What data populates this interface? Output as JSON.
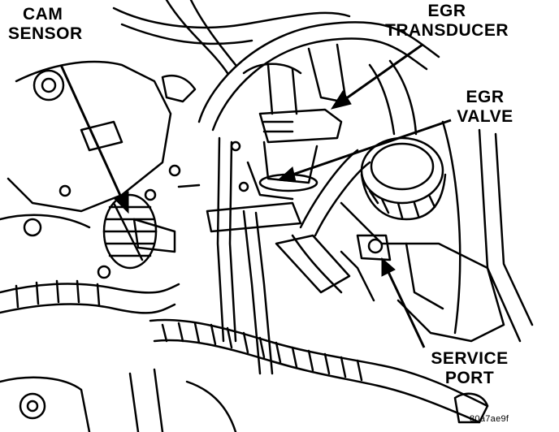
{
  "figure": {
    "labels": {
      "cam_sensor": [
        "CAM",
        "SENSOR"
      ],
      "egr_transducer": [
        "EGR",
        "TRANSDUCER"
      ],
      "egr_valve": [
        "EGR",
        "VALVE"
      ],
      "service_port": [
        "SERVICE",
        "PORT"
      ]
    },
    "reference_code": "80a7ae9f"
  },
  "colors": {
    "ink": "#000000",
    "paper": "#ffffff"
  }
}
